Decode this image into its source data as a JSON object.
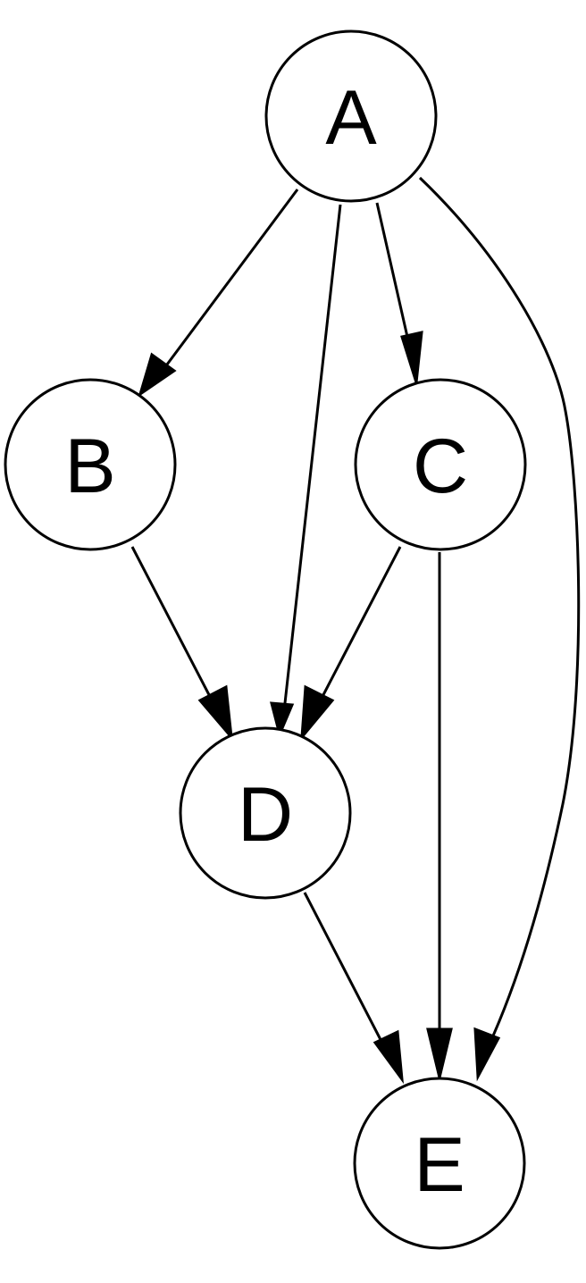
{
  "diagram": {
    "type": "directed-graph",
    "nodes": [
      {
        "id": "A",
        "label": "A"
      },
      {
        "id": "B",
        "label": "B"
      },
      {
        "id": "C",
        "label": "C"
      },
      {
        "id": "D",
        "label": "D"
      },
      {
        "id": "E",
        "label": "E"
      }
    ],
    "edges": [
      {
        "from": "A",
        "to": "B"
      },
      {
        "from": "A",
        "to": "D"
      },
      {
        "from": "A",
        "to": "C"
      },
      {
        "from": "A",
        "to": "E"
      },
      {
        "from": "B",
        "to": "D"
      },
      {
        "from": "C",
        "to": "D"
      },
      {
        "from": "C",
        "to": "E"
      },
      {
        "from": "D",
        "to": "E"
      }
    ],
    "colors": {
      "stroke": "#000000",
      "fill": "#ffffff",
      "text": "#000000"
    }
  }
}
